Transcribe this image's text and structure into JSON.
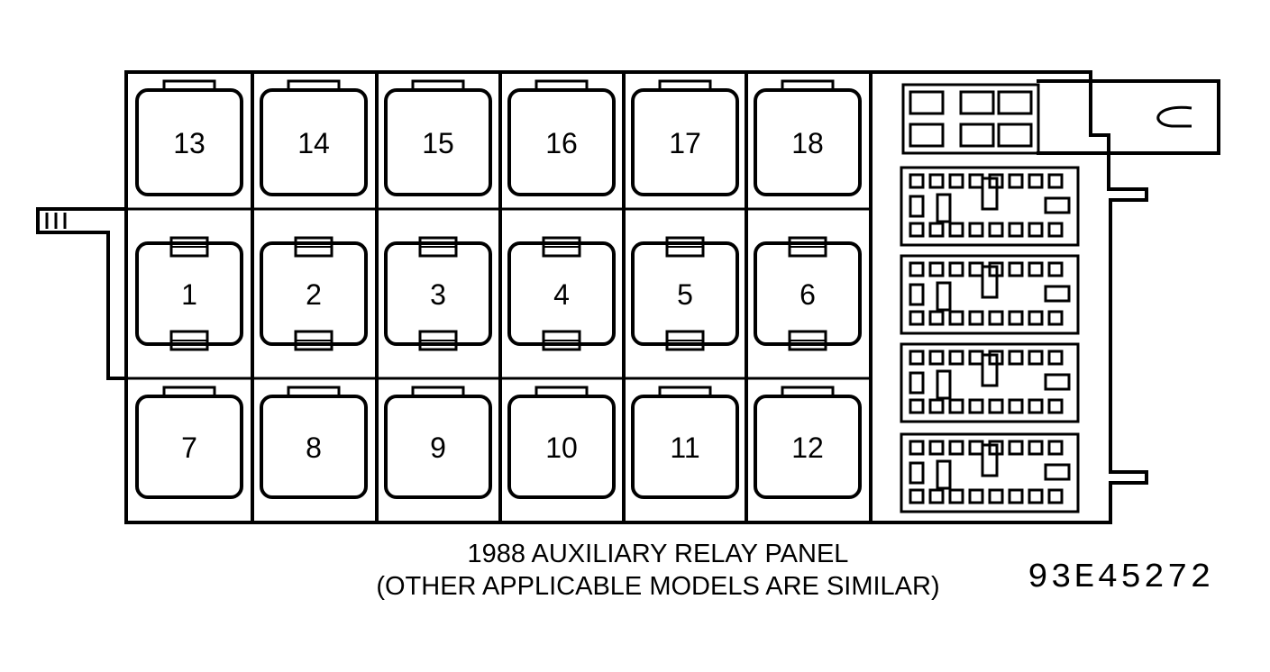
{
  "relays": {
    "top": [
      "13",
      "14",
      "15",
      "16",
      "17",
      "18"
    ],
    "middle": [
      "1",
      "2",
      "3",
      "4",
      "5",
      "6"
    ],
    "bottom": [
      "7",
      "8",
      "9",
      "10",
      "11",
      "12"
    ]
  },
  "caption": {
    "line1": "1988 AUXILIARY RELAY PANEL",
    "line2": "(OTHER APPLICABLE MODELS ARE SIMILAR)"
  },
  "figure_code": "93E45272",
  "colors": {
    "ink": "#000000",
    "paper": "#ffffff"
  }
}
